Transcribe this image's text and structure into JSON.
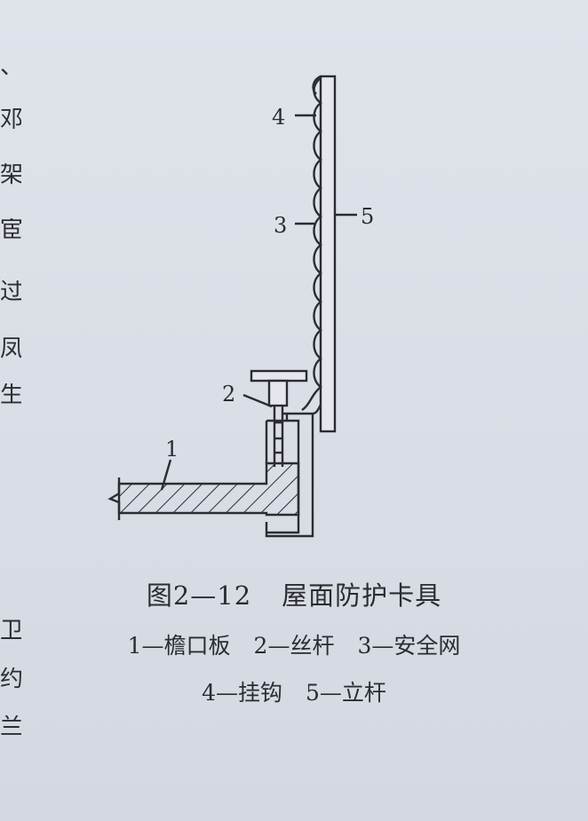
{
  "margin_text": [
    "、",
    "邓",
    "架",
    "宦",
    "过",
    "凤",
    "生",
    "卫",
    "约",
    "兰"
  ],
  "figure": {
    "number": "图2—12",
    "title": "屋面防护卡具",
    "labels": [
      "1",
      "2",
      "3",
      "4",
      "5"
    ],
    "legend": [
      {
        "text": "1—檐口板"
      },
      {
        "text": "2—丝杆"
      },
      {
        "text": "3—安全网"
      },
      {
        "text": "4—挂钩"
      },
      {
        "text": "5—立杆"
      }
    ]
  }
}
